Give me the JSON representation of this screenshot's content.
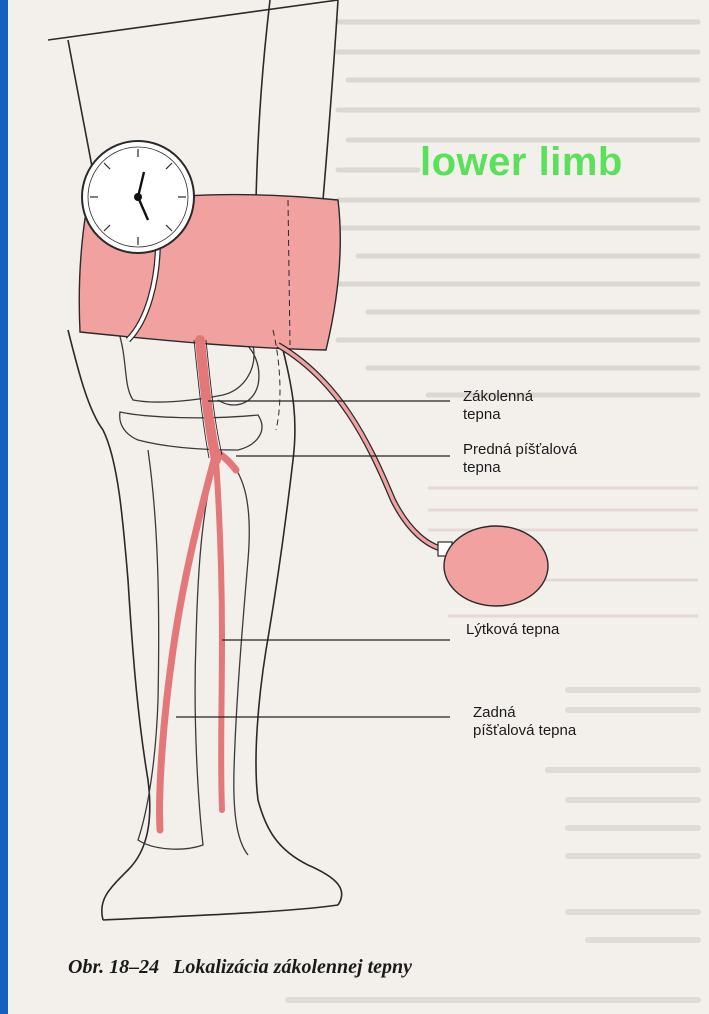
{
  "overlay_title": "lower limb",
  "labels": {
    "popliteal": [
      "Zákolenná",
      "tepna"
    ],
    "anterior_tibial": [
      "Predná píšťalová",
      "tepna"
    ],
    "peroneal": [
      "Lýtková tepna"
    ],
    "posterior_tibial": [
      "Zadná",
      "píšťalová tepna"
    ]
  },
  "caption": {
    "number": "Obr. 18–24",
    "text": "Lokalizácia zákolennej tepny"
  },
  "colors": {
    "frame": "#1560bd",
    "cuff": "#f2a1a1",
    "artery": "#e3787a",
    "overlay_title": "#5be05b"
  }
}
